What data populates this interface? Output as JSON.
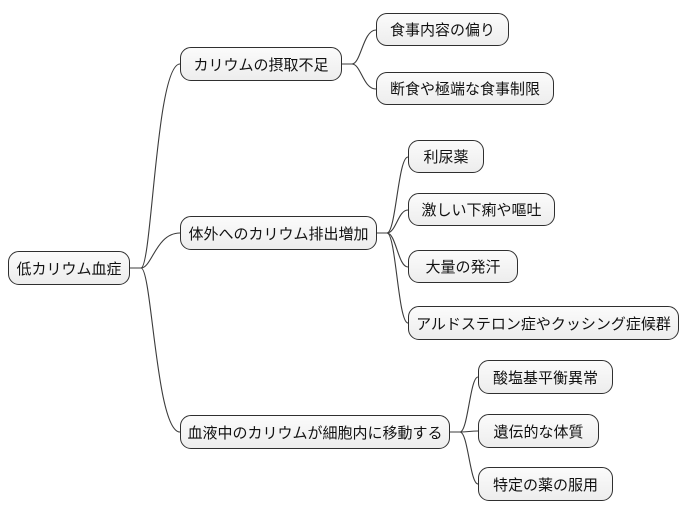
{
  "diagram": {
    "type": "mindmap",
    "root": {
      "label": "低カリウム血症"
    },
    "branches": [
      {
        "label": "カリウムの摂取不足",
        "children": [
          {
            "label": "食事内容の偏り"
          },
          {
            "label": "断食や極端な食事制限"
          }
        ]
      },
      {
        "label": "体外へのカリウム排出増加",
        "children": [
          {
            "label": "利尿薬"
          },
          {
            "label": "激しい下痢や嘔吐"
          },
          {
            "label": "大量の発汗"
          },
          {
            "label": "アルドステロン症やクッシング症候群"
          }
        ]
      },
      {
        "label": "血液中のカリウムが細胞内に移動する",
        "children": [
          {
            "label": "酸塩基平衡異常"
          },
          {
            "label": "遺伝的な体質"
          },
          {
            "label": "特定の薬の服用"
          }
        ]
      }
    ],
    "colors": {
      "background": "#ffffff",
      "node_fill": "#ededed",
      "node_border": "#2f2f2f",
      "connector": "#3b3b3b",
      "text": "#111111"
    }
  }
}
